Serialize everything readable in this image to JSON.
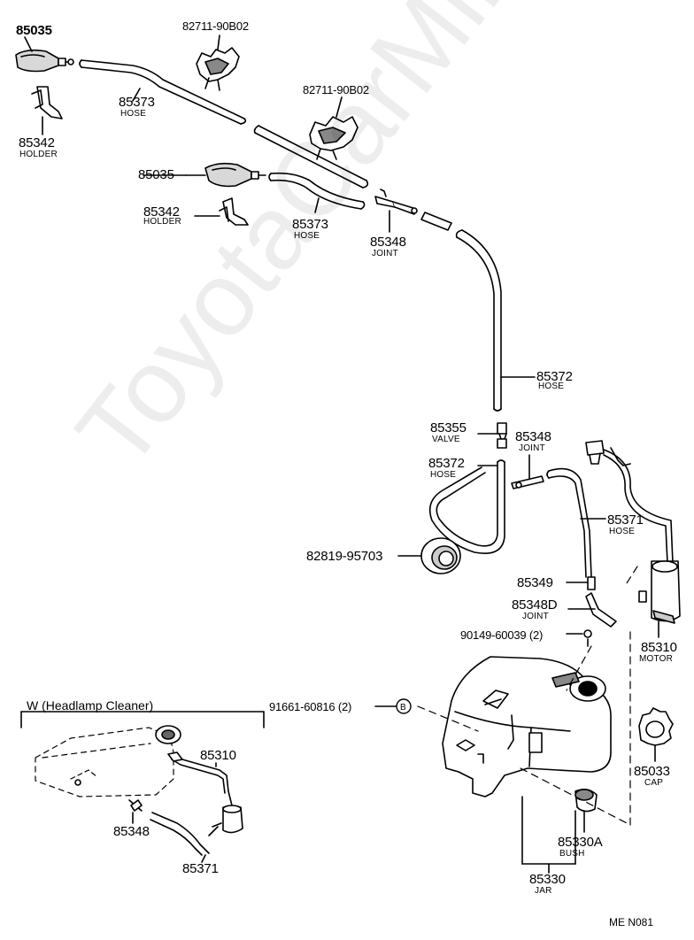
{
  "parts": {
    "p85035_top": {
      "num": "85035"
    },
    "p85342_top": {
      "num": "85342",
      "name": "HOLDER"
    },
    "p85373_top": {
      "num": "85373",
      "name": "HOSE"
    },
    "p82711_a": {
      "num": "82711-90B02"
    },
    "p82711_b": {
      "num": "82711-90B02"
    },
    "p85035_mid": {
      "num": "85035"
    },
    "p85342_mid": {
      "num": "85342",
      "name": "HOLDER"
    },
    "p85373_mid": {
      "num": "85373",
      "name": "HOSE"
    },
    "p85348_a": {
      "num": "85348",
      "name": "JOINT"
    },
    "p85372_long": {
      "num": "85372",
      "name": "HOSE"
    },
    "p85355": {
      "num": "85355",
      "name": "VALVE"
    },
    "p85348_b": {
      "num": "85348",
      "name": "JOINT"
    },
    "p85372_short": {
      "num": "85372",
      "name": "HOSE"
    },
    "p85371": {
      "num": "85371",
      "name": "HOSE"
    },
    "p82819": {
      "num": "82819-95703"
    },
    "p85349": {
      "num": "85349"
    },
    "p85348D": {
      "num": "85348D",
      "name": "JOINT"
    },
    "p90149": {
      "num": "90149-60039 (2)"
    },
    "p85310": {
      "num": "85310",
      "name": "MOTOR"
    },
    "p91661": {
      "num": "91661-60816  (2)"
    },
    "p91661_marker": {
      "num": "B"
    },
    "p85033": {
      "num": "85033",
      "name": "CAP"
    },
    "p85330A": {
      "num": "85330A",
      "name": "BUSH"
    },
    "p85330": {
      "num": "85330",
      "name": "JAR"
    }
  },
  "inset": {
    "title": "W (Headlamp Cleaner)",
    "p85310": "85310",
    "p85348": "85348",
    "p85371": "85371"
  },
  "footer": {
    "code": "ME  N081"
  },
  "watermark": {
    "text": "ToyotaCarMine.ru"
  }
}
